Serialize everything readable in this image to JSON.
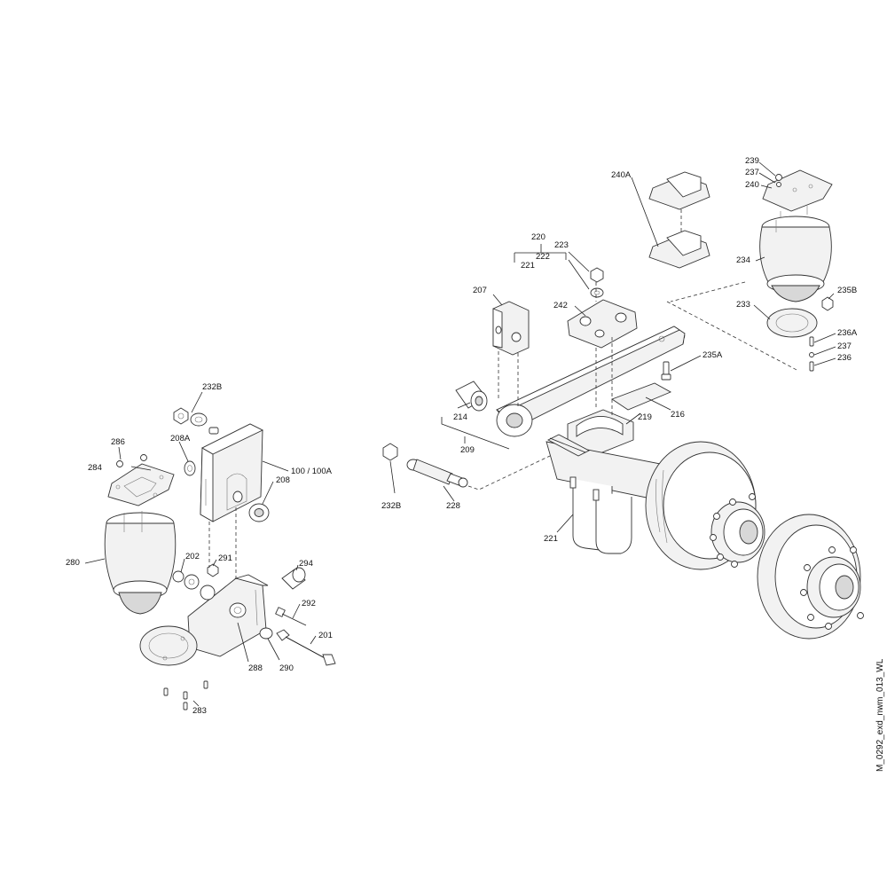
{
  "drawing_id": "M_0292_exd_nwm_013_WL",
  "callouts": {
    "c232B_top": "232B",
    "c208A": "208A",
    "c286": "286",
    "c284": "284",
    "c100": "100 / 100A",
    "c208": "208",
    "c280": "280",
    "c202": "202",
    "c291": "291",
    "c294": "294",
    "c292": "292",
    "c201": "201",
    "c288": "288",
    "c290": "290",
    "c283": "283",
    "c239": "239",
    "c237_top": "237",
    "c240": "240",
    "c240A": "240A",
    "c220": "220",
    "c223": "223",
    "c222": "222",
    "c221_top": "221",
    "c234": "234",
    "c207": "207",
    "c242": "242",
    "c235B": "235B",
    "c233": "233",
    "c236A": "236A",
    "c237_bot": "237",
    "c236": "236",
    "c235A": "235A",
    "c214": "214",
    "c219": "219",
    "c216": "216",
    "c209": "209",
    "c232B_bot": "232B",
    "c228": "228",
    "c221_bot": "221"
  }
}
